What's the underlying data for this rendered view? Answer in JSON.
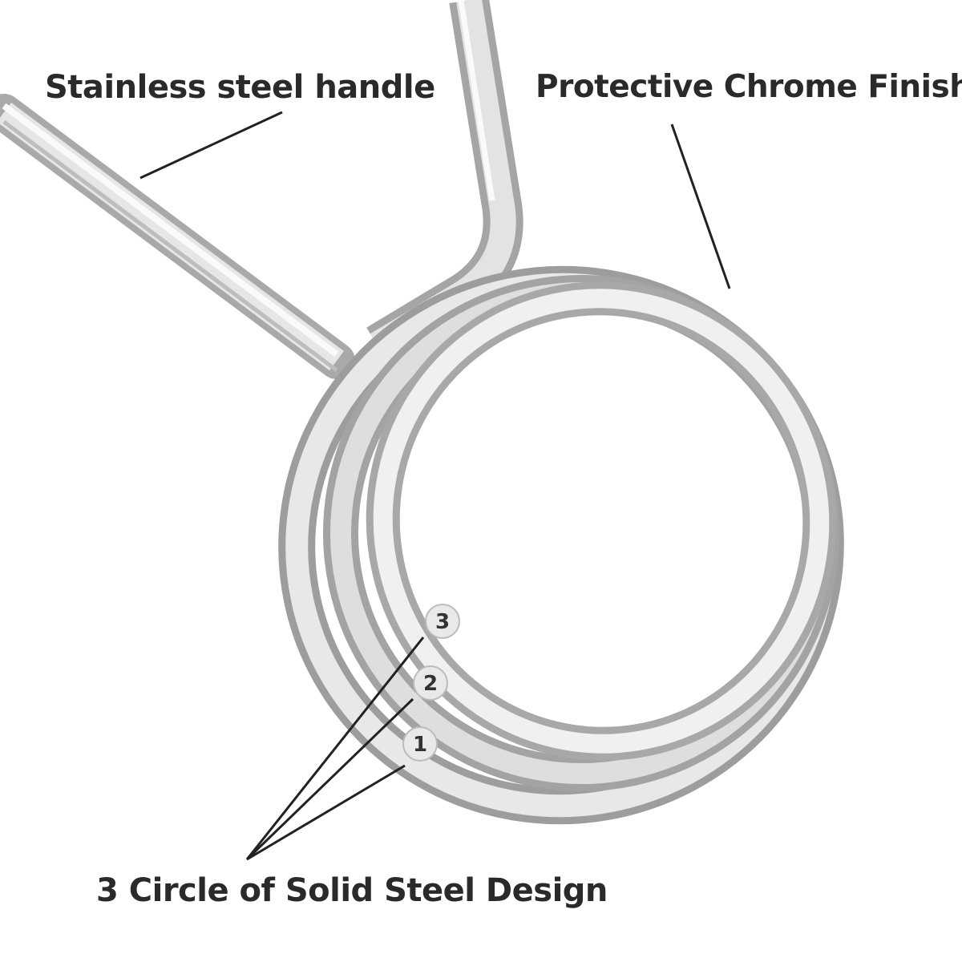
{
  "labels": {
    "handle": "Stainless steel handle",
    "finish": "Protective Chrome Finish",
    "design": "3 Circle of Solid Steel Design"
  },
  "coil_markers": [
    "3",
    "2",
    "1"
  ],
  "colors": {
    "steel_light": "#f2f2f2",
    "steel_mid": "#c4c4c4",
    "steel_dark": "#8a8a8a",
    "text": "#2a2a2a"
  }
}
